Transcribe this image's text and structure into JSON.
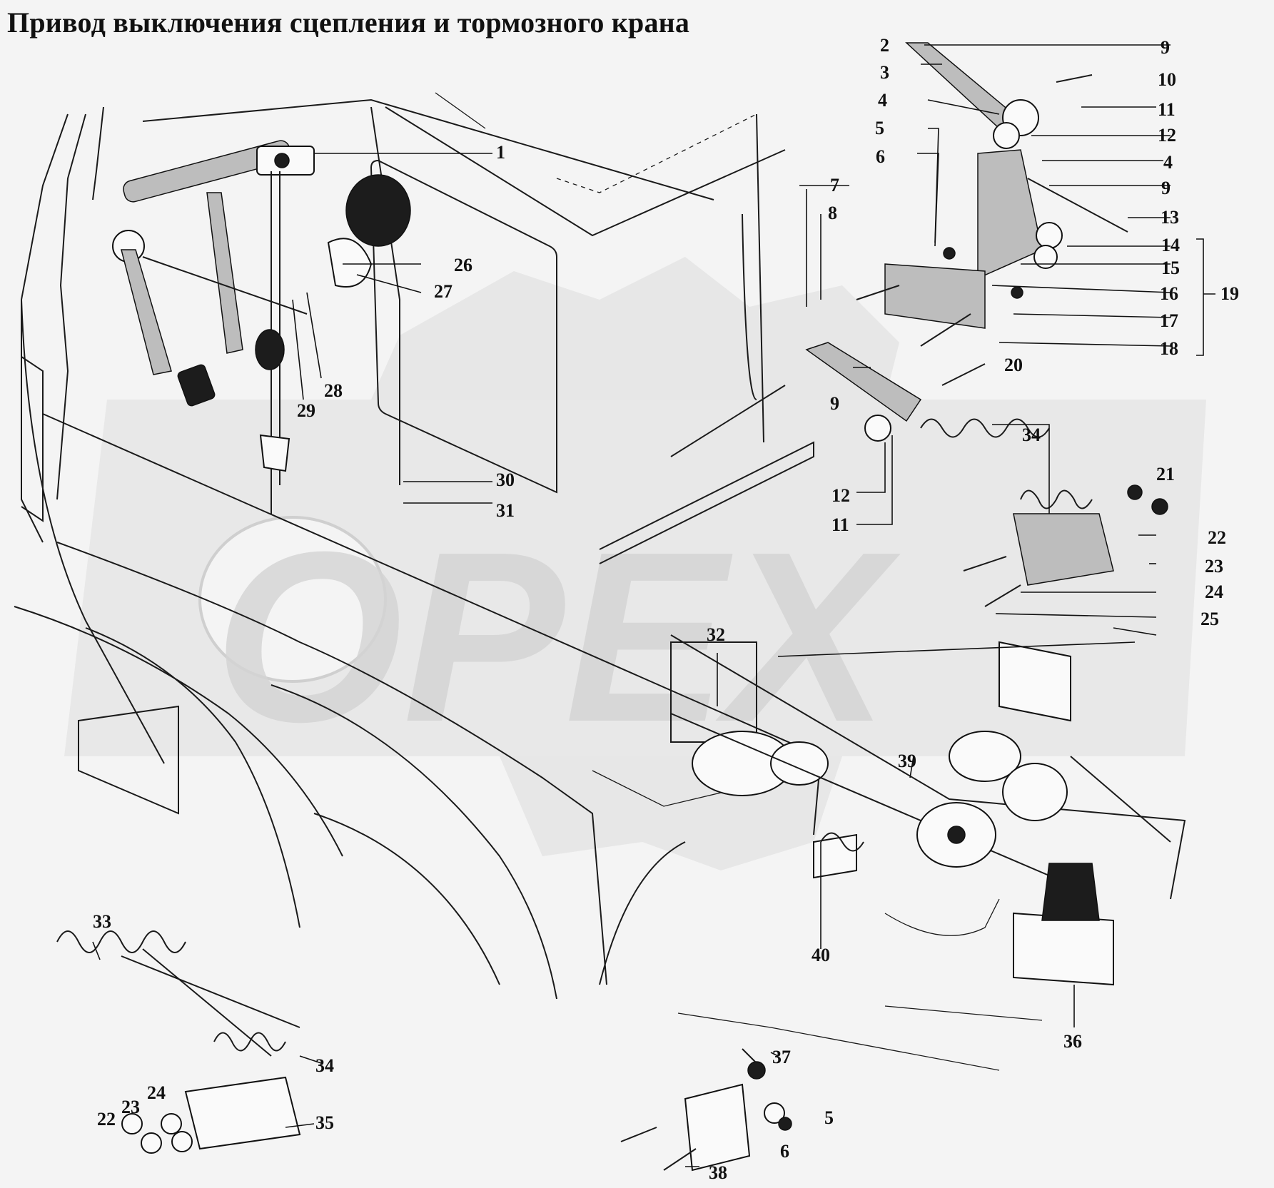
{
  "title": "Привод выключения сцепления и тормозного крана",
  "watermark": "OPEX",
  "callouts": [
    "1",
    "2",
    "3",
    "4",
    "4",
    "5",
    "5",
    "6",
    "6",
    "7",
    "8",
    "9",
    "9",
    "9",
    "10",
    "11",
    "11",
    "12",
    "12",
    "13",
    "14",
    "15",
    "16",
    "17",
    "18",
    "19",
    "20",
    "21",
    "22",
    "22",
    "23",
    "23",
    "24",
    "24",
    "25",
    "26",
    "27",
    "28",
    "29",
    "30",
    "31",
    "32",
    "33",
    "34",
    "34",
    "35",
    "36",
    "37",
    "38",
    "39",
    "40"
  ],
  "colors": {
    "ink": "#111111",
    "paper": "#f4f4f4",
    "watermark": "#dedede"
  }
}
